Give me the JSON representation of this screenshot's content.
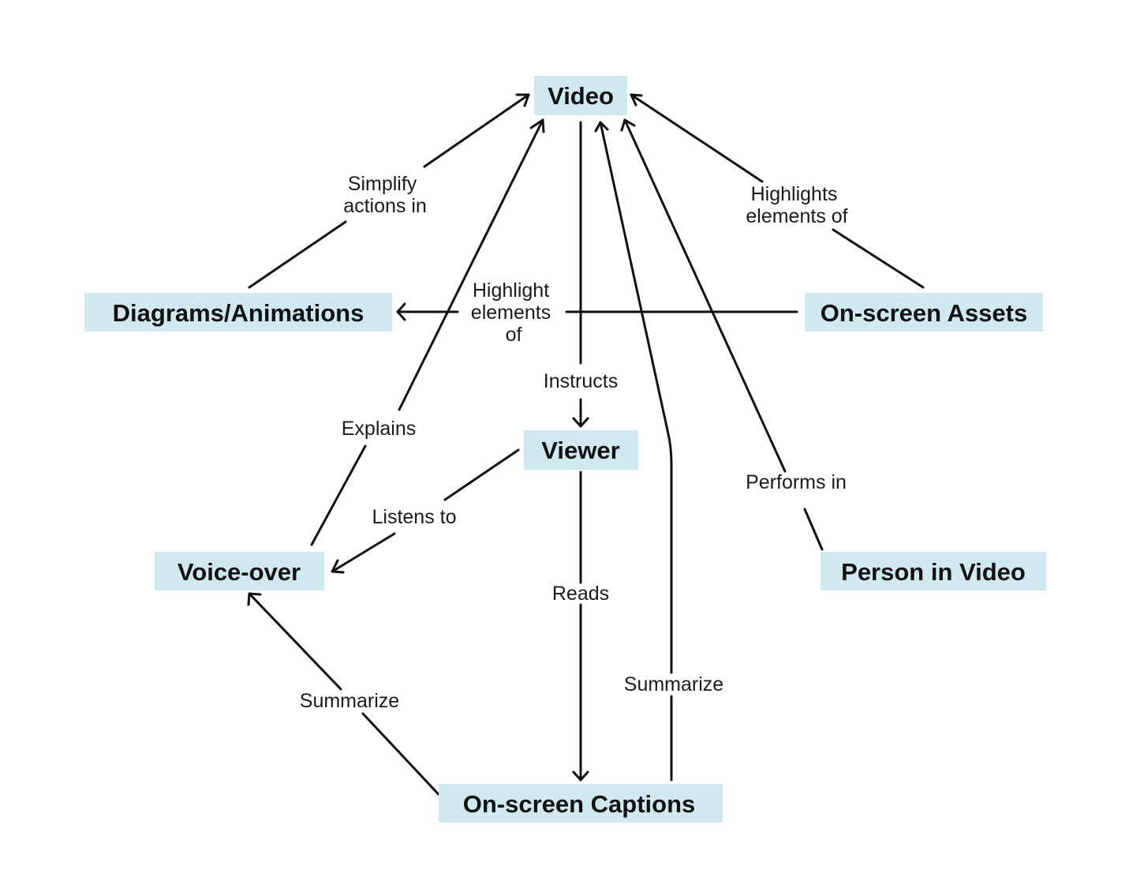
{
  "theme": {
    "node_fill": "#d0e8ef",
    "line_color": "#111111",
    "background": "#ffffff"
  },
  "nodes": {
    "video": "Video",
    "diagrams": "Diagrams/Animations",
    "assets": "On-screen Assets",
    "viewer": "Viewer",
    "voiceover": "Voice-over",
    "person": "Person in Video",
    "captions": "On-screen Captions"
  },
  "edges": {
    "simplify": [
      "Simplify",
      "actions in"
    ],
    "highlights_video": [
      "Highlights",
      "elements of"
    ],
    "highlight_diagrams": [
      "Highlight",
      "elements",
      "of"
    ],
    "instructs": [
      "Instructs"
    ],
    "explains": [
      "Explains"
    ],
    "listens": [
      "Listens to"
    ],
    "reads": [
      "Reads"
    ],
    "performs": [
      "Performs in"
    ],
    "summarize_voiceover": [
      "Summarize"
    ],
    "summarize_video": [
      "Summarize"
    ]
  }
}
